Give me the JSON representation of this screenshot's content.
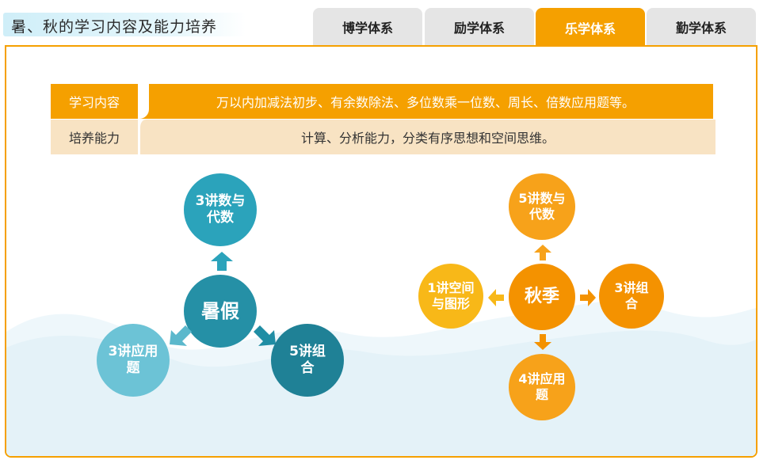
{
  "header": {
    "title": "暑、秋的学习内容及能力培养"
  },
  "tabs": [
    {
      "label": "博学体系",
      "active": false
    },
    {
      "label": "励学体系",
      "active": false
    },
    {
      "label": "乐学体系",
      "active": true
    },
    {
      "label": "勤学体系",
      "active": false
    }
  ],
  "table": {
    "rows": [
      {
        "label": "学习内容",
        "value": "万以内加减法初步、有余数除法、多位数乘一位数、周长、倍数应用题等。"
      },
      {
        "label": "培养能力",
        "value": "计算、分析能力，分类有序思想和空间思维。"
      }
    ]
  },
  "summer": {
    "center": "暑假",
    "top": [
      "3讲数与",
      "代数"
    ],
    "left": [
      "3讲应用",
      "题"
    ],
    "right": [
      "5讲组",
      "合"
    ]
  },
  "autumn": {
    "center": "秋季",
    "top": [
      "5讲数与",
      "代数"
    ],
    "left": [
      "1讲空间",
      "与图形"
    ],
    "right": [
      "3讲组",
      "合"
    ],
    "bottom": [
      "4讲应用",
      "题"
    ]
  },
  "colors": {
    "accent": "#f5a000",
    "tab_inactive": "#e5e5e5",
    "row_light": "#f8e3c3",
    "blue": "#2ba3bb",
    "orange": "#f7a21a",
    "yellow": "#f8b818"
  }
}
